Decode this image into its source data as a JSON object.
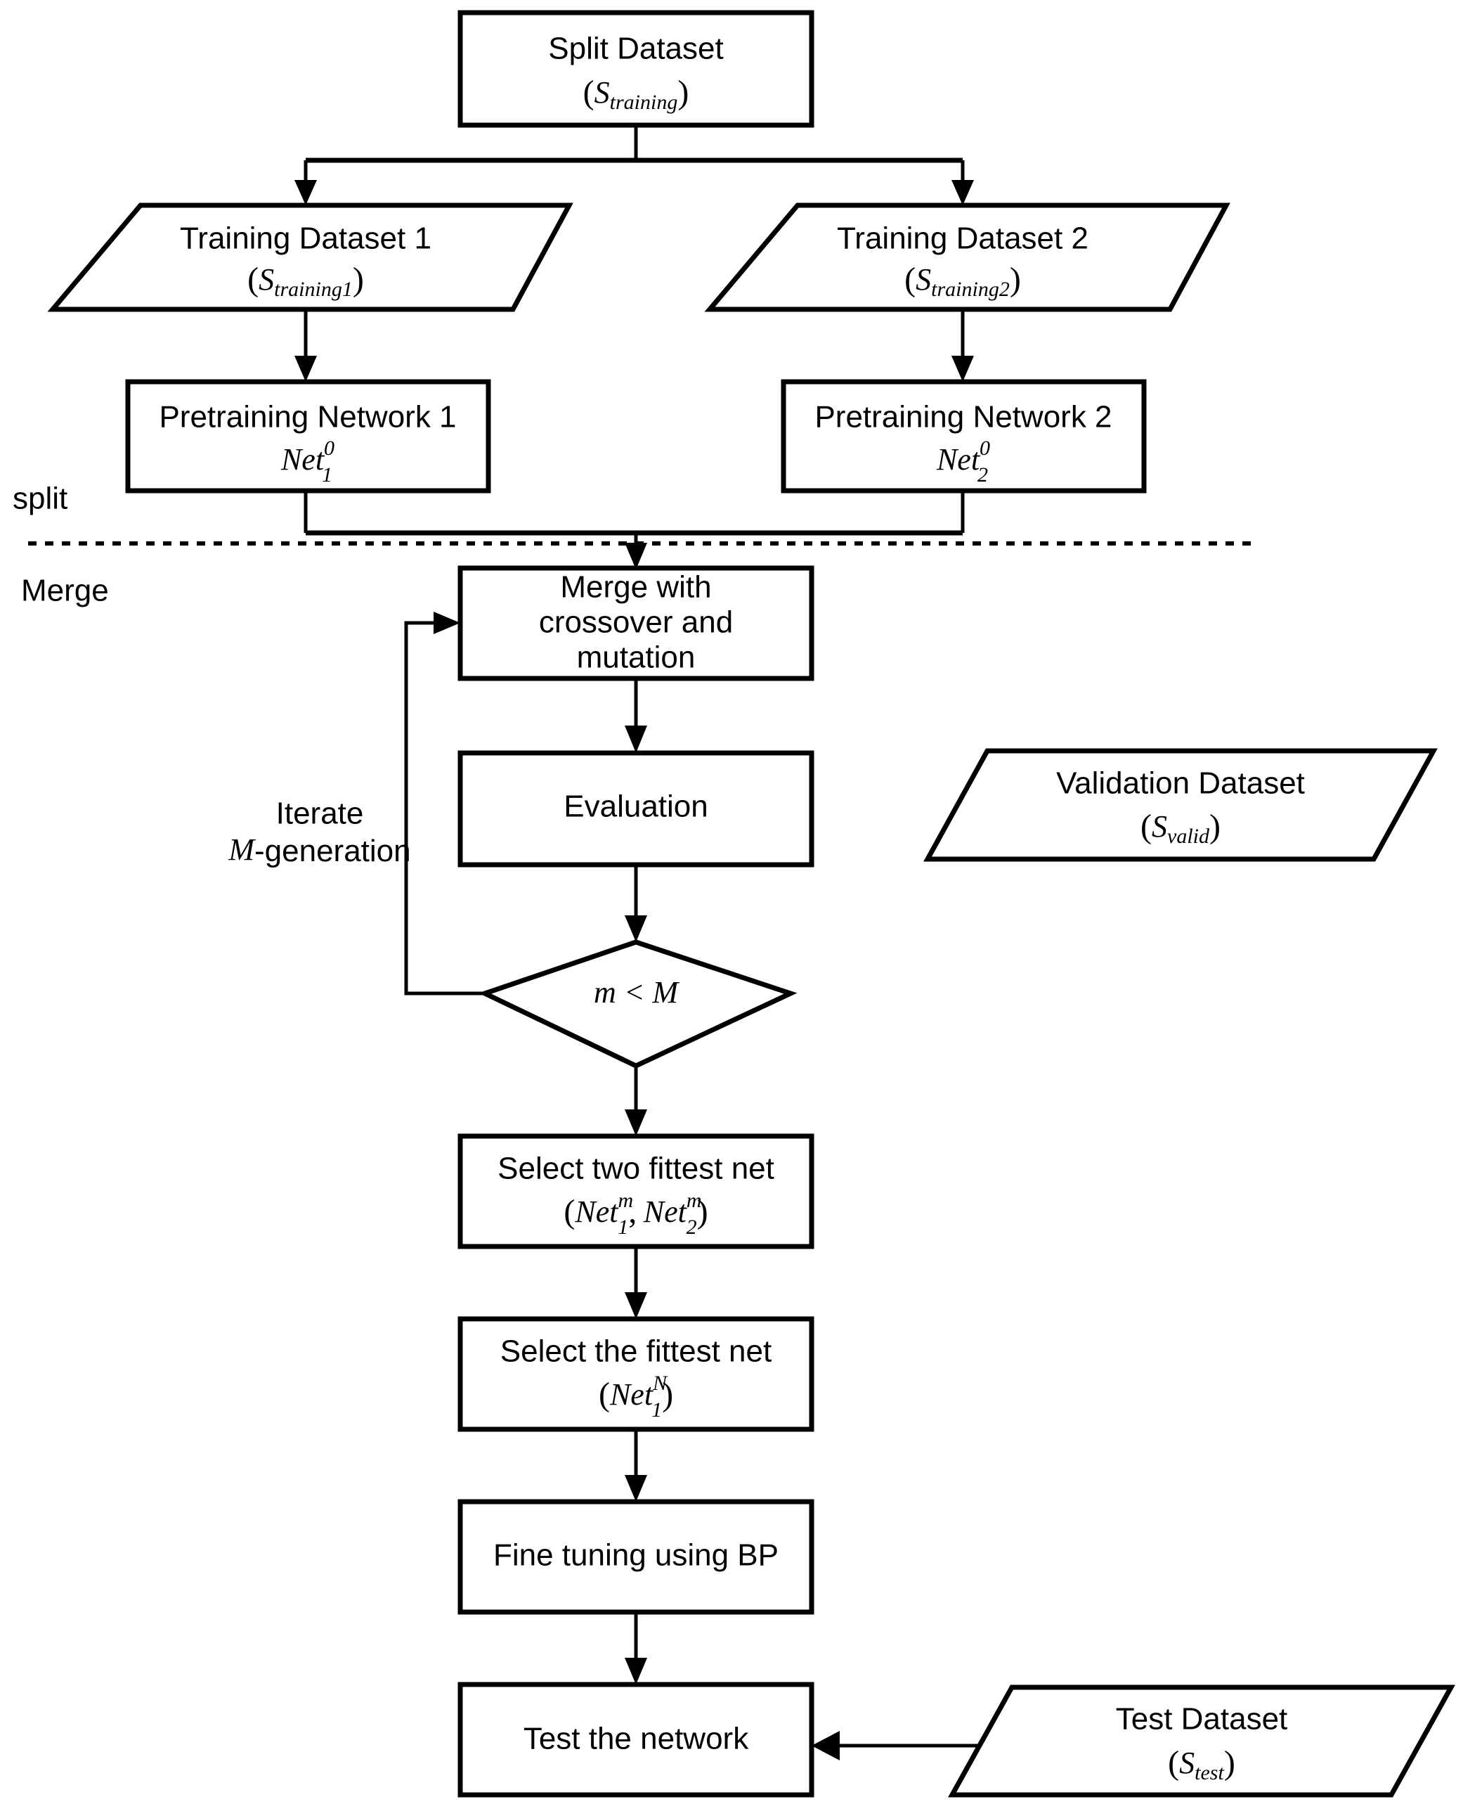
{
  "diagram": {
    "type": "flowchart",
    "title": "Split-Merge evolutionary network training flowchart",
    "background_color": "#ffffff",
    "line_color": "#000000"
  },
  "phase_labels": {
    "split": "split",
    "merge": "Merge"
  },
  "loop_label": {
    "line1": "Iterate",
    "line2_math": "M",
    "line2_rest": "-generation"
  },
  "nodes": [
    {
      "id": "split-dataset",
      "shape": "rectangle",
      "line1": "Split Dataset",
      "math_base": "S",
      "math_sub": "training",
      "math_sup": ""
    },
    {
      "id": "training-dataset-1",
      "shape": "parallelogram",
      "line1": "Training Dataset 1",
      "math_base": "S",
      "math_sub": "training1",
      "math_sup": ""
    },
    {
      "id": "training-dataset-2",
      "shape": "parallelogram",
      "line1": "Training Dataset 2",
      "math_base": "S",
      "math_sub": "training2",
      "math_sup": ""
    },
    {
      "id": "pretraining-network-1",
      "shape": "rectangle",
      "line1": "Pretraining Network 1",
      "math_base": "Net",
      "math_sub": "1",
      "math_sup": "0"
    },
    {
      "id": "pretraining-network-2",
      "shape": "rectangle",
      "line1": "Pretraining Network 2",
      "math_base": "Net",
      "math_sub": "2",
      "math_sup": "0"
    },
    {
      "id": "merge-crossover-mutation",
      "shape": "rectangle",
      "line1": "Merge with",
      "line2": "crossover and",
      "line3": "mutation"
    },
    {
      "id": "evaluation",
      "shape": "rectangle",
      "line1": "Evaluation"
    },
    {
      "id": "decision-m-lt-M",
      "shape": "diamond",
      "math_text": "m < M"
    },
    {
      "id": "validation-dataset",
      "shape": "parallelogram",
      "line1": "Validation Dataset",
      "math_base": "S",
      "math_sub": "valid",
      "math_sup": ""
    },
    {
      "id": "select-two-fittest-net",
      "shape": "rectangle",
      "line1": "Select two fittest net",
      "math_base": "Net",
      "math_sub": "1",
      "math_sup": "m",
      "math_base2": "Net",
      "math_sub2": "2",
      "math_sup2": "m"
    },
    {
      "id": "select-the-fittest-net",
      "shape": "rectangle",
      "line1": "Select the fittest net",
      "math_base": "Net",
      "math_sub": "1",
      "math_sup": "N"
    },
    {
      "id": "fine-tuning-using-bp",
      "shape": "rectangle",
      "line1": "Fine tuning using BP"
    },
    {
      "id": "test-the-network",
      "shape": "rectangle",
      "line1": "Test the network"
    },
    {
      "id": "test-dataset",
      "shape": "parallelogram",
      "line1": "Test Dataset",
      "math_base": "S",
      "math_sub": "test",
      "math_sup": ""
    }
  ],
  "edges": [
    {
      "from": "split-dataset",
      "to": "training-dataset-1"
    },
    {
      "from": "split-dataset",
      "to": "training-dataset-2"
    },
    {
      "from": "training-dataset-1",
      "to": "pretraining-network-1"
    },
    {
      "from": "training-dataset-2",
      "to": "pretraining-network-2"
    },
    {
      "from": "pretraining-network-1",
      "to": "merge-crossover-mutation"
    },
    {
      "from": "pretraining-network-2",
      "to": "merge-crossover-mutation"
    },
    {
      "from": "merge-crossover-mutation",
      "to": "evaluation"
    },
    {
      "from": "evaluation",
      "to": "decision-m-lt-M"
    },
    {
      "from": "decision-m-lt-M",
      "to": "merge-crossover-mutation",
      "label": "Iterate M-generation"
    },
    {
      "from": "decision-m-lt-M",
      "to": "select-two-fittest-net"
    },
    {
      "from": "select-two-fittest-net",
      "to": "select-the-fittest-net"
    },
    {
      "from": "select-the-fittest-net",
      "to": "fine-tuning-using-bp"
    },
    {
      "from": "fine-tuning-using-bp",
      "to": "test-the-network"
    },
    {
      "from": "test-dataset",
      "to": "test-the-network"
    }
  ]
}
